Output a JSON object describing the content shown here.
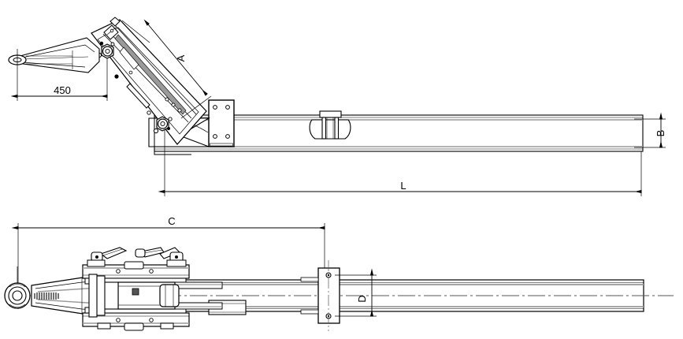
{
  "drawing": {
    "type": "technical-drawing",
    "title": "Drawbar assembly – two orthographic views",
    "background_color": "#ffffff",
    "line_color": "#000000",
    "shade_color": "#9a9a9a",
    "views": {
      "side": {
        "name": "side-elevation-view"
      },
      "plan": {
        "name": "plan-view"
      }
    }
  },
  "dimensions": {
    "d450": {
      "label": "450",
      "view": "side"
    },
    "dA": {
      "label": "A",
      "view": "side"
    },
    "dB": {
      "label": "B",
      "view": "side"
    },
    "dL": {
      "label": "L",
      "view": "side"
    },
    "dC": {
      "label": "C",
      "view": "plan"
    },
    "dD": {
      "label": "D",
      "view": "plan"
    }
  }
}
